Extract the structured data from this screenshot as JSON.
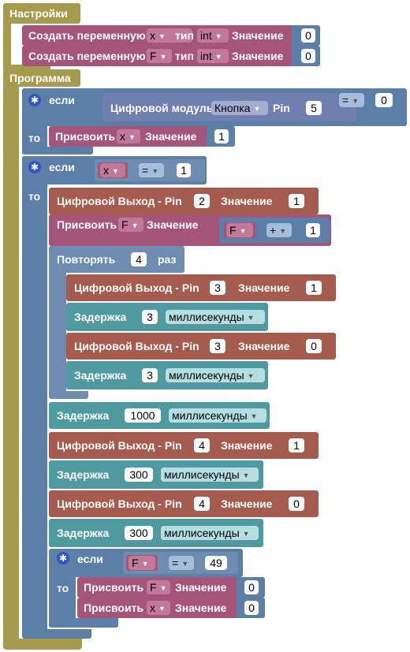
{
  "colors": {
    "setup": "#a59a4e",
    "variable": "#a5557a",
    "logic": "#5b7fa6",
    "output": "#a55b4e",
    "delay": "#4f9aa0",
    "gear": "#2f55c9"
  },
  "setup": {
    "title": "Настройки",
    "vars": [
      {
        "label": "Создать переменную",
        "name": "x",
        "type_label": "тип",
        "type": "int",
        "value_label": "Значение",
        "value": "0"
      },
      {
        "label": "Создать переменную",
        "name": "F",
        "type_label": "тип",
        "type": "int",
        "value_label": "Значение",
        "value": "0"
      }
    ]
  },
  "program": {
    "title": "Программа",
    "if1": {
      "if_label": "если",
      "then_label": "то",
      "digital_module": "Цифровой модуль",
      "module": "Кнопка",
      "pin_label": "Pin",
      "pin": "5",
      "op": "=",
      "compare": "0",
      "assign_label": "Присвоить",
      "assign_var": "x",
      "value_label": "Значение",
      "assign_value": "1"
    },
    "if2": {
      "if_label": "если",
      "then_label": "то",
      "var": "x",
      "op": "=",
      "compare": "1",
      "out1": {
        "label": "Цифровой Выход - Pin",
        "pin": "2",
        "value_label": "Значение",
        "value": "1"
      },
      "assignF": {
        "label": "Присвоить",
        "var": "F",
        "value_label": "Значение",
        "lhs": "F",
        "op": "+",
        "rhs": "1"
      },
      "repeat": {
        "label": "Повторять",
        "count": "4",
        "times": "раз",
        "body": [
          {
            "kind": "out",
            "label": "Цифровой Выход - Pin",
            "pin": "3",
            "value_label": "Значение",
            "value": "1"
          },
          {
            "kind": "delay",
            "label": "Задержка",
            "value": "3",
            "unit": "миллисекунды"
          },
          {
            "kind": "out",
            "label": "Цифровой Выход - Pin",
            "pin": "3",
            "value_label": "Значение",
            "value": "0"
          },
          {
            "kind": "delay",
            "label": "Задержка",
            "value": "3",
            "unit": "миллисекунды"
          }
        ]
      },
      "after": [
        {
          "kind": "delay",
          "label": "Задержка",
          "value": "1000",
          "unit": "миллисекунды"
        },
        {
          "kind": "out",
          "label": "Цифровой Выход - Pin",
          "pin": "4",
          "value_label": "Значение",
          "value": "1"
        },
        {
          "kind": "delay",
          "label": "Задержка",
          "value": "300",
          "unit": "миллисекунды"
        },
        {
          "kind": "out",
          "label": "Цифровой Выход - Pin",
          "pin": "4",
          "value_label": "Значение",
          "value": "0"
        },
        {
          "kind": "delay",
          "label": "Задержка",
          "value": "300",
          "unit": "миллисекунды"
        }
      ],
      "if3": {
        "if_label": "если",
        "then_label": "то",
        "var": "F",
        "op": "=",
        "compare": "49",
        "assign1": {
          "label": "Присвоить",
          "var": "F",
          "value_label": "Значение",
          "value": "0"
        },
        "assign2": {
          "label": "Присвоить",
          "var": "x",
          "value_label": "Значение",
          "value": "0"
        }
      }
    }
  }
}
